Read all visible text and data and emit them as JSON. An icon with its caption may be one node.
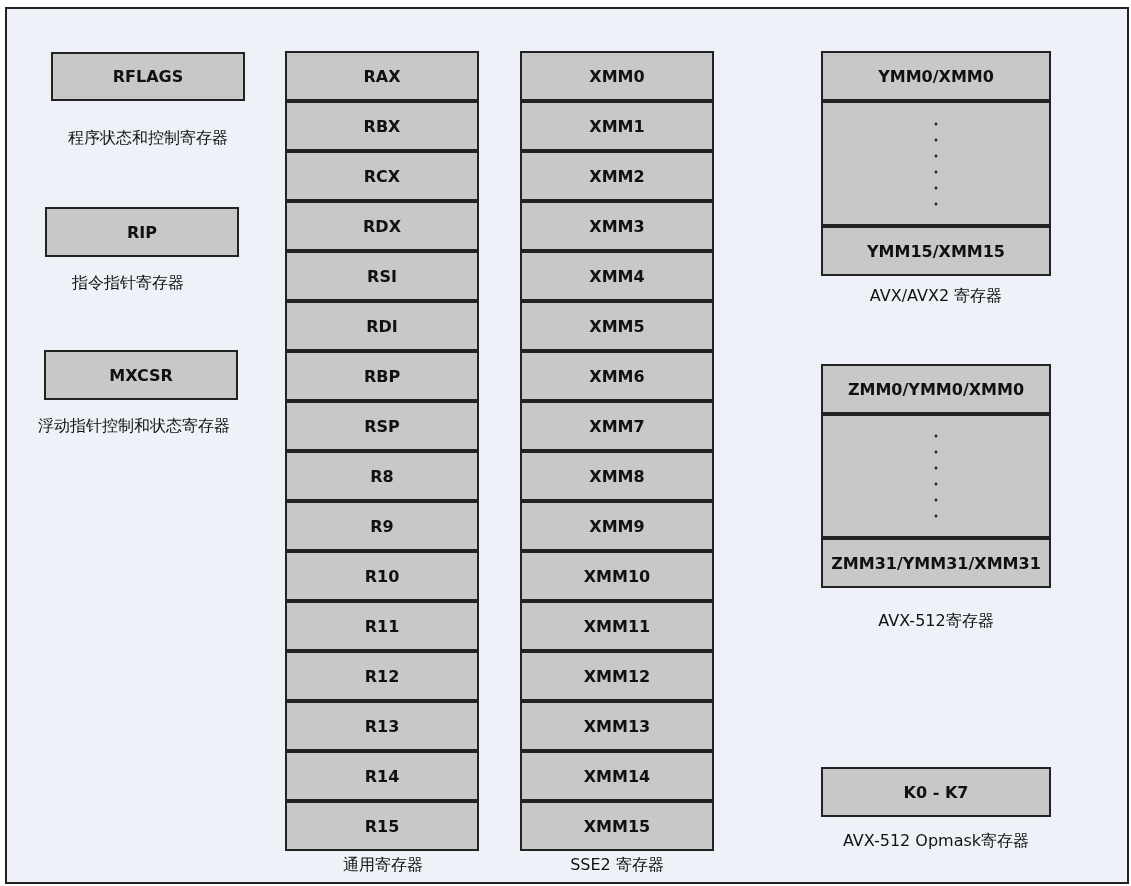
{
  "diagram": {
    "nodes": [
      {
        "text": [
          "RFLAGS"
        ],
        "beside": [
          "程序状态和控制寄存器"
        ]
      },
      {
        "text": [
          "RIP"
        ],
        "beside": [
          "指令指针寄存器"
        ]
      },
      {
        "text": [
          "MXCSR"
        ],
        "beside": [
          "浮动指针控制和状态寄存器"
        ]
      },
      {
        "text": [
          "RAX"
        ]
      },
      {
        "text": [
          "RBX"
        ]
      },
      {
        "text": [
          "RCX"
        ]
      },
      {
        "text": [
          "RDX"
        ]
      },
      {
        "text": [
          "RSI"
        ]
      },
      {
        "text": [
          "RDI"
        ]
      },
      {
        "text": [
          "RBP"
        ]
      },
      {
        "text": [
          "RSP"
        ]
      },
      {
        "text": [
          "R8"
        ]
      },
      {
        "text": [
          "R9"
        ]
      },
      {
        "text": [
          "R10"
        ]
      },
      {
        "text": [
          "R11"
        ]
      },
      {
        "text": [
          "R12"
        ]
      },
      {
        "text": [
          "R13"
        ]
      },
      {
        "text": [
          "R14"
        ]
      },
      {
        "text": [
          "R15"
        ]
      },
      {
        "text": [
          "XMM0"
        ]
      },
      {
        "text": [
          "XMM1"
        ]
      },
      {
        "text": [
          "XMM2"
        ]
      },
      {
        "text": [
          "XMM3"
        ]
      },
      {
        "text": [
          "XMM4"
        ]
      },
      {
        "text": [
          "XMM5"
        ]
      },
      {
        "text": [
          "XMM6"
        ]
      },
      {
        "text": [
          "XMM7"
        ]
      },
      {
        "text": [
          "XMM8"
        ]
      },
      {
        "text": [
          "XMM9"
        ]
      },
      {
        "text": [
          "XMM10"
        ]
      },
      {
        "text": [
          "XMM11"
        ]
      },
      {
        "text": [
          "XMM12"
        ]
      },
      {
        "text": [
          "XMM13"
        ]
      },
      {
        "text": [
          "XMM14"
        ]
      },
      {
        "text": [
          "XMM15"
        ]
      },
      {
        "text": [
          "YMM0/XMM0"
        ]
      },
      {
        "text": [],
        "shape": "box"
      },
      {
        "text": [
          "YMM15/XMM15"
        ]
      },
      {
        "text": [
          "ZMM0/YMM0/XMM0"
        ]
      },
      {
        "text": [],
        "shape": "box"
      },
      {
        "text": [
          "ZMM31/YMM31/XMM31"
        ]
      },
      {
        "text": [
          "K0 - K7"
        ],
        "beside": [
          "AVX-512 Opmask寄存器"
        ]
      }
    ],
    "labels": [
      "通用寄存器",
      "SSE2 寄存器",
      "AVX/AVX2 寄存器",
      "AVX-512寄存器"
    ]
  }
}
